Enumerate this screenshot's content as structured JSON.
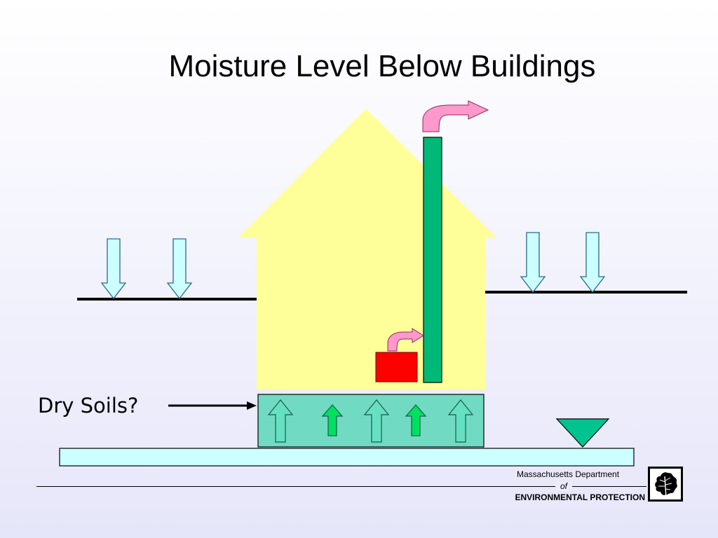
{
  "slide": {
    "title": "Moisture Level Below Buildings",
    "soil_label": "Dry Soils?"
  },
  "footer": {
    "department_line1": "Massachusetts Department",
    "department_of": "of",
    "department_line2": "ENVIRONMENTAL  PROTECTION"
  },
  "colors": {
    "house": "#ffff99",
    "stack": "#00b877",
    "exhaust_arrow": "#ff99cc",
    "furnace": "#ff0000",
    "rain_arrow": "#ccffff",
    "crawlspace": "#70dbc2",
    "moisture_arrow_dry": "#66e0c2",
    "moisture_arrow_wet": "#00e060",
    "water_table": "#ccffff",
    "water_table_marker": "#00c490",
    "ground_line": "#000000"
  },
  "icons": {
    "logo": "oak-leaf-logo"
  }
}
